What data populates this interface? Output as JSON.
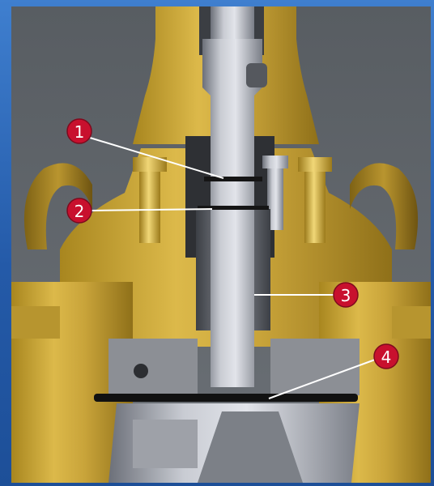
{
  "figure": {
    "background_color": "#2f69b4",
    "scene_color_brass": "#d1ad3f",
    "scene_color_steel": "#b9bcc4",
    "callout_color": "#c8102e"
  },
  "callouts": [
    {
      "label": "1"
    },
    {
      "label": "2"
    },
    {
      "label": "3"
    },
    {
      "label": "4"
    }
  ]
}
